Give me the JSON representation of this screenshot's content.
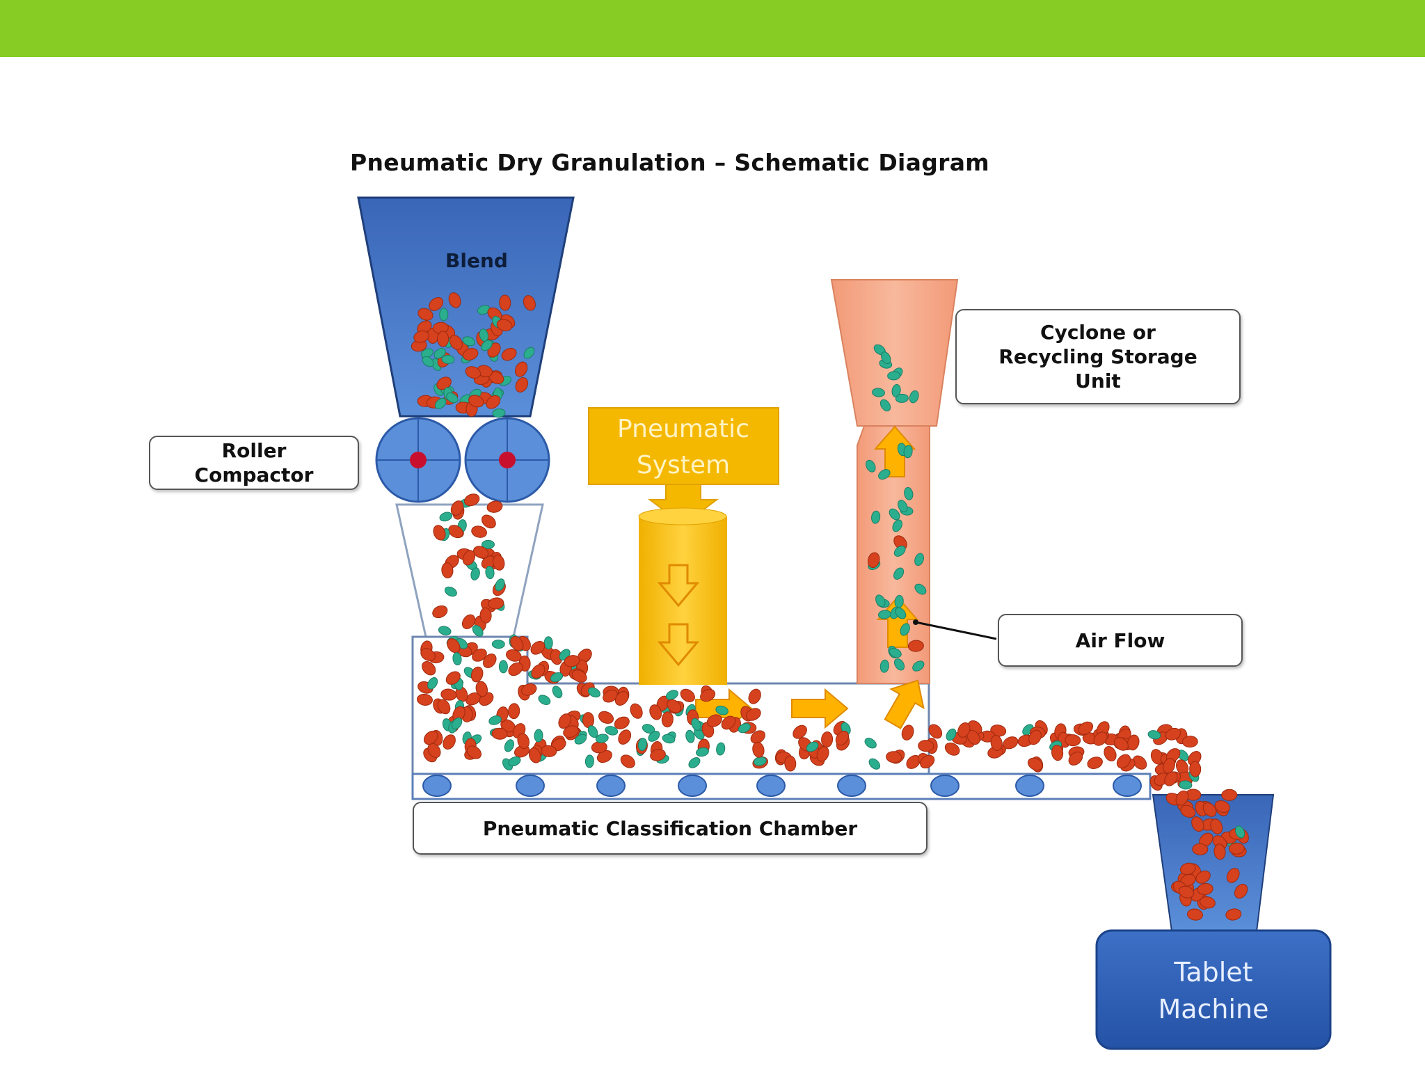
{
  "title": "Pneumatic Dry Granulation – Schematic Diagram",
  "labels": {
    "blend": "Blend",
    "roller_compactor": "Roller\nCompactor",
    "pneumatic_system_line1": "Pneumatic",
    "pneumatic_system_line2": "System",
    "cyclone": "Cyclone or\nRecycling Storage\nUnit",
    "air_flow": "Air Flow",
    "chamber": "Pneumatic Classification Chamber",
    "tablet_line1": "Tablet",
    "tablet_line2": "Machine"
  },
  "colors": {
    "top_bar": "#87CB25",
    "hopper_blue": "#4472C4",
    "roller_blue": "#5B8FD9",
    "pneumatic_yellow": "#F5B800",
    "cyclone_salmon": "#F4A582",
    "granule_red": "#D6411E",
    "fines_teal": "#2BAE8E",
    "arrow_orange": "#FFB300",
    "tablet_blue": "#2F5FB3"
  }
}
